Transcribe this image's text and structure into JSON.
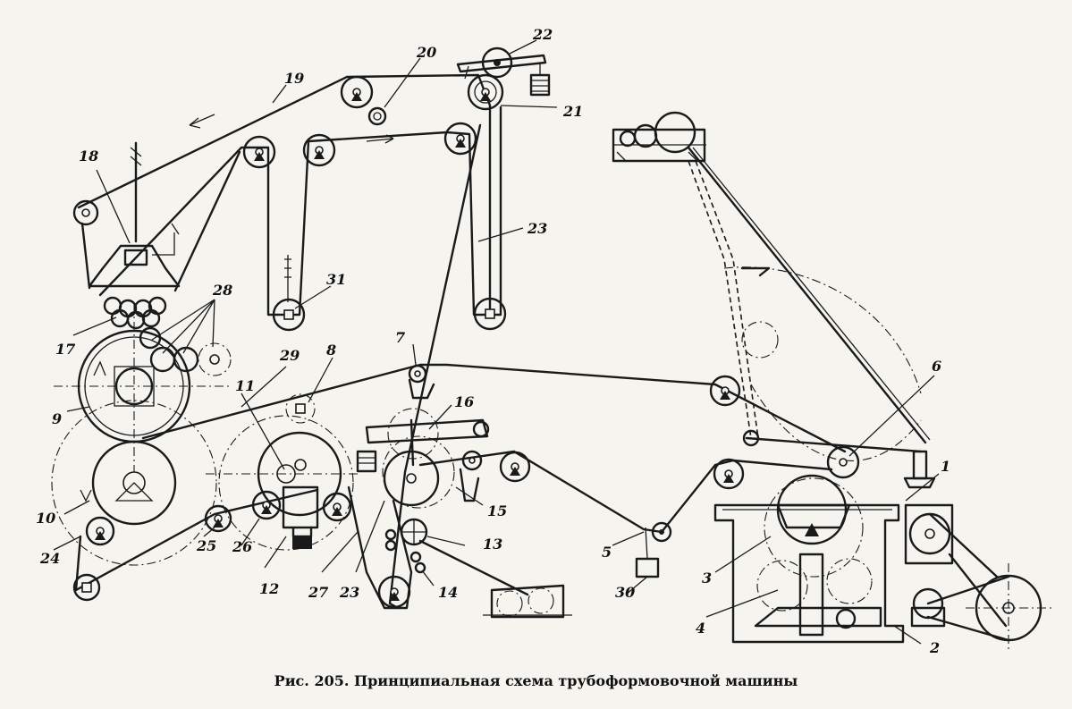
{
  "caption": "Рис. 205. Принципиальная схема трубоформовочной машины",
  "labels": [
    "1",
    "2",
    "3",
    "4",
    "5",
    "6",
    "7",
    "8",
    "9",
    "10",
    "11",
    "12",
    "13",
    "14",
    "15",
    "16",
    "17",
    "18",
    "19",
    "20",
    "21",
    "22",
    "23",
    "23",
    "24",
    "25",
    "26",
    "27",
    "28",
    "29",
    "30",
    "31"
  ]
}
